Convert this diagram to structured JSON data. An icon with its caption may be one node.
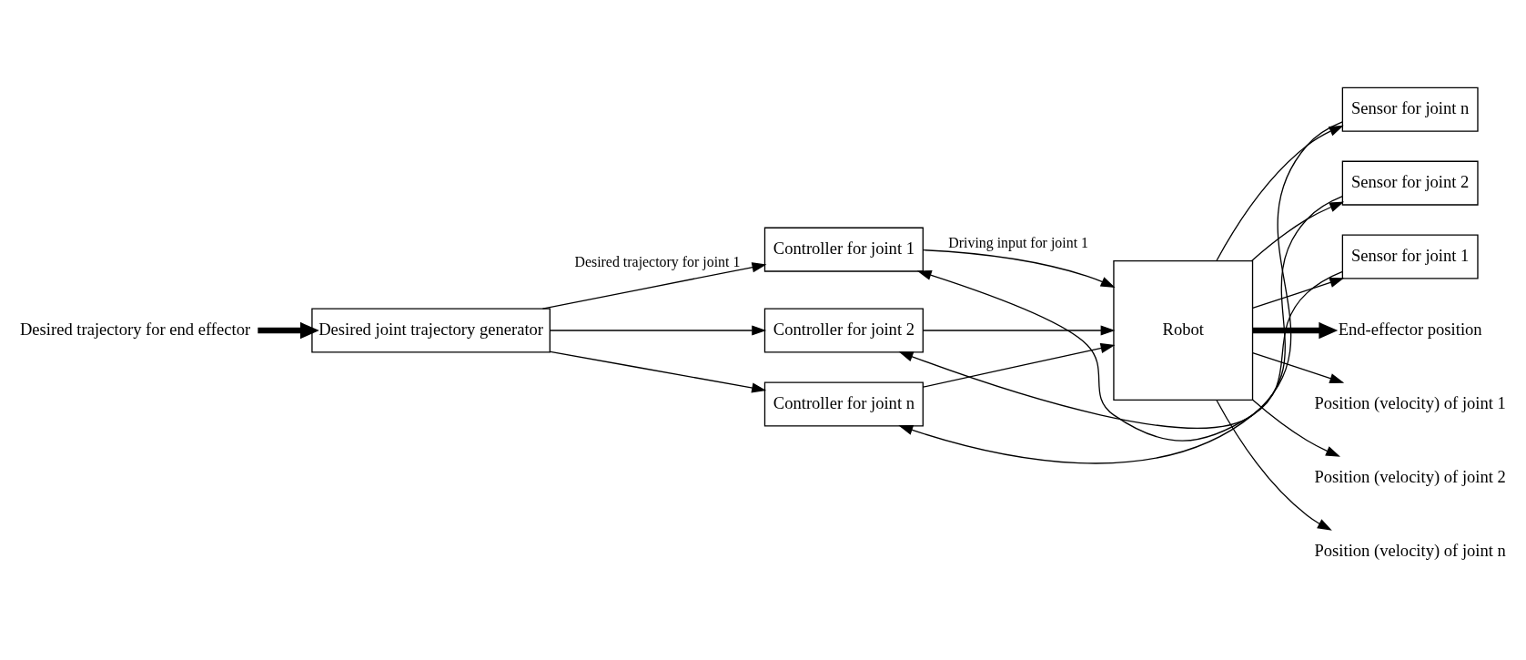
{
  "diagram": {
    "nodes": [
      {
        "text": [
          "Desired trajectory for end effector"
        ]
      },
      {
        "text": [
          "Desired joint trajectory generator"
        ]
      },
      {
        "text": [
          "Controller for joint 1"
        ]
      },
      {
        "text": [
          "Controller for joint 2"
        ]
      },
      {
        "text": [
          "Controller for joint n"
        ]
      },
      {
        "text": [
          "Robot"
        ]
      },
      {
        "text": [
          "Sensor for joint n"
        ]
      },
      {
        "text": [
          "Sensor for joint 2"
        ]
      },
      {
        "text": [
          "Sensor for joint 1"
        ]
      },
      {
        "text": [
          "End-effector position"
        ]
      },
      {
        "text": [
          "Position (velocity) of joint 1"
        ]
      },
      {
        "text": [
          "Position (velocity) of joint 2"
        ]
      },
      {
        "text": [
          "Position (velocity) of joint n"
        ]
      }
    ],
    "edges": [
      {
        "from": 0,
        "to": 1,
        "arrow": "to",
        "style": "thick"
      },
      {
        "from": 1,
        "to": 2,
        "arrow": "to",
        "label": "Desired trajectory for joint 1"
      },
      {
        "from": 1,
        "to": 3,
        "arrow": "to"
      },
      {
        "from": 1,
        "to": 4,
        "arrow": "to"
      },
      {
        "from": 2,
        "to": 5,
        "arrow": "to",
        "label": "Driving input for joint 1"
      },
      {
        "from": 3,
        "to": 5,
        "arrow": "to"
      },
      {
        "from": 4,
        "to": 5,
        "arrow": "to"
      },
      {
        "from": 5,
        "to": 9,
        "arrow": "to",
        "style": "thick"
      },
      {
        "from": 5,
        "to": 10,
        "arrow": "to"
      },
      {
        "from": 5,
        "to": 11,
        "arrow": "to"
      },
      {
        "from": 5,
        "to": 12,
        "arrow": "to"
      },
      {
        "from": 5,
        "to": 6,
        "arrow": "to"
      },
      {
        "from": 5,
        "to": 7,
        "arrow": "to"
      },
      {
        "from": 5,
        "to": 8,
        "arrow": "to"
      },
      {
        "from": 6,
        "to": 4,
        "arrow": "to"
      },
      {
        "from": 7,
        "to": 3,
        "arrow": "to"
      },
      {
        "from": 8,
        "to": 2,
        "arrow": "to"
      }
    ]
  }
}
